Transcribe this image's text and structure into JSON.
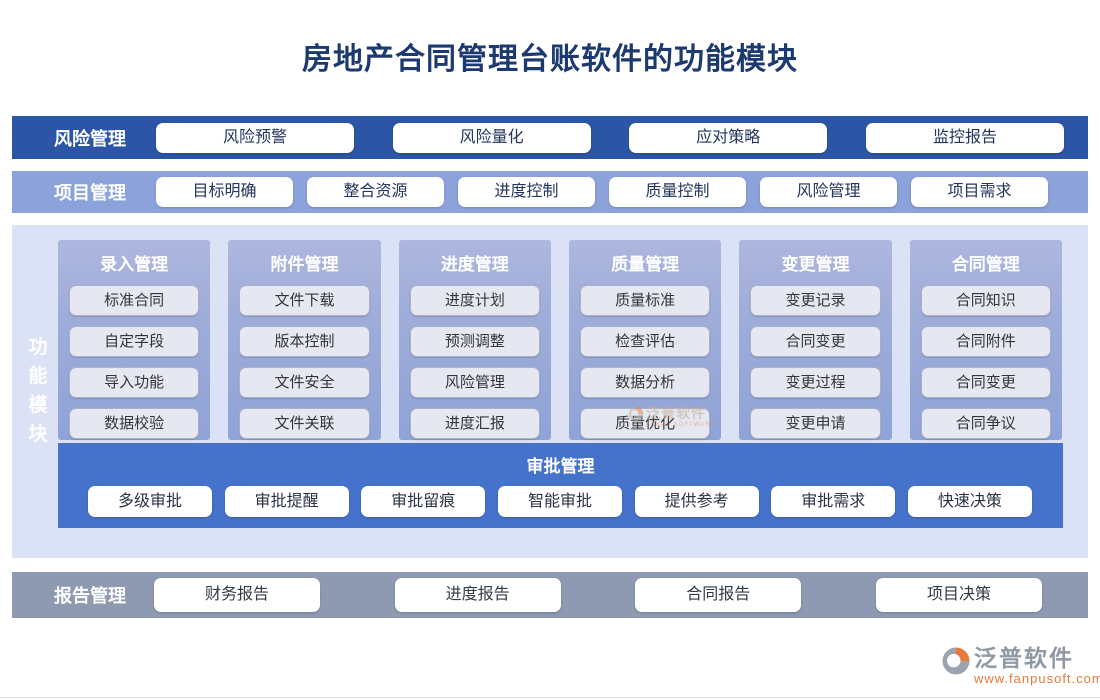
{
  "title": "房地产合同管理台账软件的功能模块",
  "risk_row": {
    "label": "风险管理",
    "buttons": [
      "风险预警",
      "风险量化",
      "应对策略",
      "监控报告"
    ]
  },
  "project_row": {
    "label": "项目管理",
    "buttons": [
      "目标明确",
      "整合资源",
      "进度控制",
      "质量控制",
      "风险管理",
      "项目需求"
    ]
  },
  "function_panel": {
    "side_label": "功能模块",
    "columns": [
      {
        "title": "录入管理",
        "items": [
          "标准合同",
          "自定字段",
          "导入功能",
          "数据校验"
        ]
      },
      {
        "title": "附件管理",
        "items": [
          "文件下载",
          "版本控制",
          "文件安全",
          "文件关联"
        ]
      },
      {
        "title": "进度管理",
        "items": [
          "进度计划",
          "预测调整",
          "风险管理",
          "进度汇报"
        ]
      },
      {
        "title": "质量管理",
        "items": [
          "质量标准",
          "检查评估",
          "数据分析",
          "质量优化"
        ]
      },
      {
        "title": "变更管理",
        "items": [
          "变更记录",
          "合同变更",
          "变更过程",
          "变更申请"
        ]
      },
      {
        "title": "合同管理",
        "items": [
          "合同知识",
          "合同附件",
          "合同变更",
          "合同争议"
        ]
      }
    ],
    "approval": {
      "title": "审批管理",
      "buttons": [
        "多级审批",
        "审批提醒",
        "审批留痕",
        "智能审批",
        "提供参考",
        "审批需求",
        "快速决策"
      ]
    }
  },
  "report_row": {
    "label": "报告管理",
    "buttons": [
      "财务报告",
      "进度报告",
      "合同报告",
      "项目决策"
    ]
  },
  "watermark_center": {
    "brand": "泛普软件",
    "subtext": "FANPU SOFTWARE"
  },
  "footer_logo": {
    "brand": "泛普软件",
    "url": "www.fanpusoft.com"
  },
  "colors": {
    "title_text": "#1d3a70",
    "risk_band": "#2d55a5",
    "project_band": "#8ba2db",
    "panel_bg": "#dce2f5",
    "column_top": "#aeb7de",
    "column_bottom": "#8fa3d8",
    "approval_band": "#4573cb",
    "report_band": "#8e9ab1",
    "item_bg": "#e6e8f1",
    "logo_orange": "#e8793c",
    "logo_gray": "#8f99a6"
  }
}
